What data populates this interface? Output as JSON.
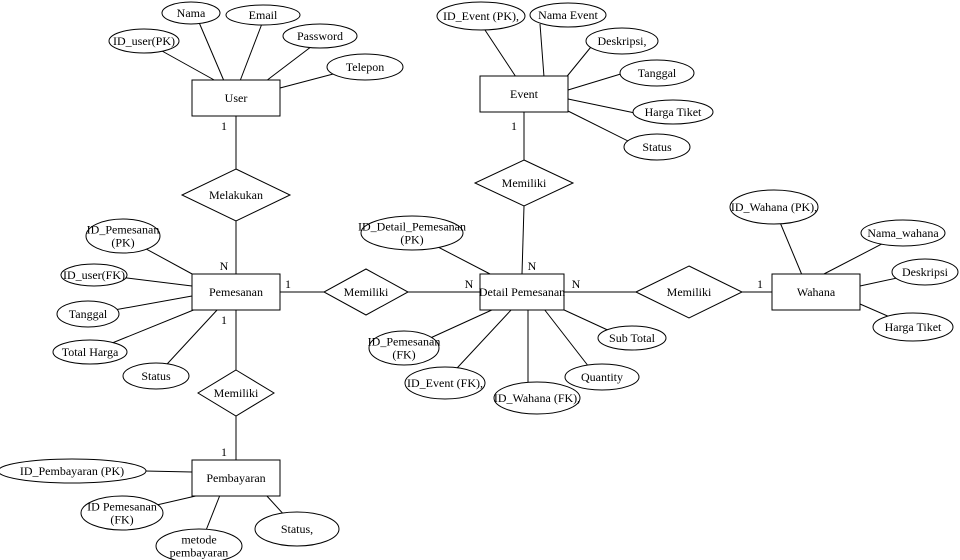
{
  "entities": {
    "user": "User",
    "event": "Event",
    "pemesanan": "Pemesanan",
    "detail": "Detail Pemesanan",
    "wahana": "Wahana",
    "pembayaran": "Pembayaran"
  },
  "relationships": {
    "melakukan": "Melakukan",
    "memiliki_event": "Memiliki",
    "memiliki_pemesanan_detail": "Memiliki",
    "memiliki_detail_wahana": "Memiliki",
    "memiliki_pemesanan_pembayaran": "Memiliki"
  },
  "attributes": {
    "user": [
      "ID_user(PK)",
      "Nama",
      "Email",
      "Password",
      "Telepon"
    ],
    "event": [
      "ID_Event (PK),",
      "Nama Event",
      "Deskripsi,",
      "Tanggal",
      "Harga Tiket",
      "Status"
    ],
    "pemesanan": [
      [
        "ID_Pemesanan",
        "(PK)"
      ],
      "ID_user(FK)",
      "Tanggal",
      "Total Harga",
      "Status"
    ],
    "detail": [
      [
        "ID_Detail_Pemesanan",
        "(PK)"
      ],
      [
        "ID_Pemesanan",
        "(FK)"
      ],
      "ID_Event (FK),",
      "ID_Wahana (FK),",
      "Quantity",
      "Sub Total"
    ],
    "wahana": [
      "ID_Wahana (PK),",
      "Nama_wahana",
      "Deskripsi",
      "Harga Tiket"
    ],
    "pembayaran": [
      "ID_Pembayaran (PK)",
      [
        "ID Pemesanan",
        "(FK)"
      ],
      [
        "metode",
        "pembayaran"
      ],
      "Status,"
    ]
  },
  "cardinalities": {
    "user_melakukan": "1",
    "pemesanan_melakukan": "N",
    "event_memiliki": "1",
    "detail_memiliki_top": "N",
    "pemesanan_memiliki_right": "1",
    "detail_memiliki_left": "N",
    "detail_memiliki_right": "N",
    "wahana_memiliki": "1",
    "pemesanan_memiliki_down": "1",
    "pembayaran_memiliki": "1"
  }
}
